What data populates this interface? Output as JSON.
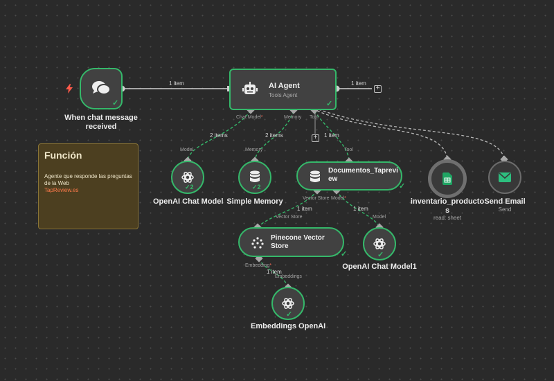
{
  "note": {
    "title": "Función",
    "body": "Agente que responde las preguntas de la Web",
    "link": "TapReview.es"
  },
  "nodes": {
    "trigger": {
      "label_line1": "When chat message",
      "label_line2": "received",
      "icon": "chat-bubbles-icon"
    },
    "agent": {
      "title": "AI Agent",
      "subtitle": "Tools Agent",
      "icon": "robot-icon"
    },
    "openai_chat": {
      "label": "OpenAI Chat Model",
      "count": "2",
      "icon": "openai-icon"
    },
    "memory": {
      "label": "Simple Memory",
      "count": "2",
      "icon": "database-icon"
    },
    "documentos": {
      "title_line1": "Documentos_Taprevi",
      "title_line2": "ew",
      "icon": "database-icon"
    },
    "inventario": {
      "label_line1": "inventario_producto",
      "label_line2": "s",
      "subtitle": "read: sheet",
      "icon": "google-sheets-icon"
    },
    "send_email": {
      "label": "Send Email",
      "subtitle": "Send",
      "icon": "envelope-icon"
    },
    "pinecone": {
      "title_line1": "Pinecone Vector",
      "title_line2": "Store",
      "icon": "pinecone-icon"
    },
    "openai_chat1": {
      "label": "OpenAI Chat Model1",
      "icon": "openai-icon"
    },
    "embeddings": {
      "label": "Embeddings OpenAI",
      "icon": "openai-icon"
    }
  },
  "edges": {
    "trigger_agent": "1 item",
    "agent_out": "1 item",
    "chat_model": "2 items",
    "memory": "2 items",
    "tool": "1 item",
    "vector_store": "1 item",
    "model": "1 item",
    "embedding": "1 item"
  },
  "ports": {
    "chat_model": "Chat Model",
    "memory": "Memory",
    "tool": "Tool",
    "model_in": "Model",
    "memory_in": "Memory",
    "tool_in": "Tool",
    "vector_store_out": "Vector Store",
    "model_out": "Model",
    "vector_store_in": "Vector Store",
    "model_in2": "Model",
    "embedding_out": "Embedding",
    "embeddings_in": "Embeddings",
    "required_mark": "*"
  },
  "colors": {
    "success": "#35b86a",
    "trigger_bolt": "#ff5a4a",
    "sheets": "#1fa463",
    "email": "#2dbf7f",
    "note_bg": "#4c3f20"
  }
}
